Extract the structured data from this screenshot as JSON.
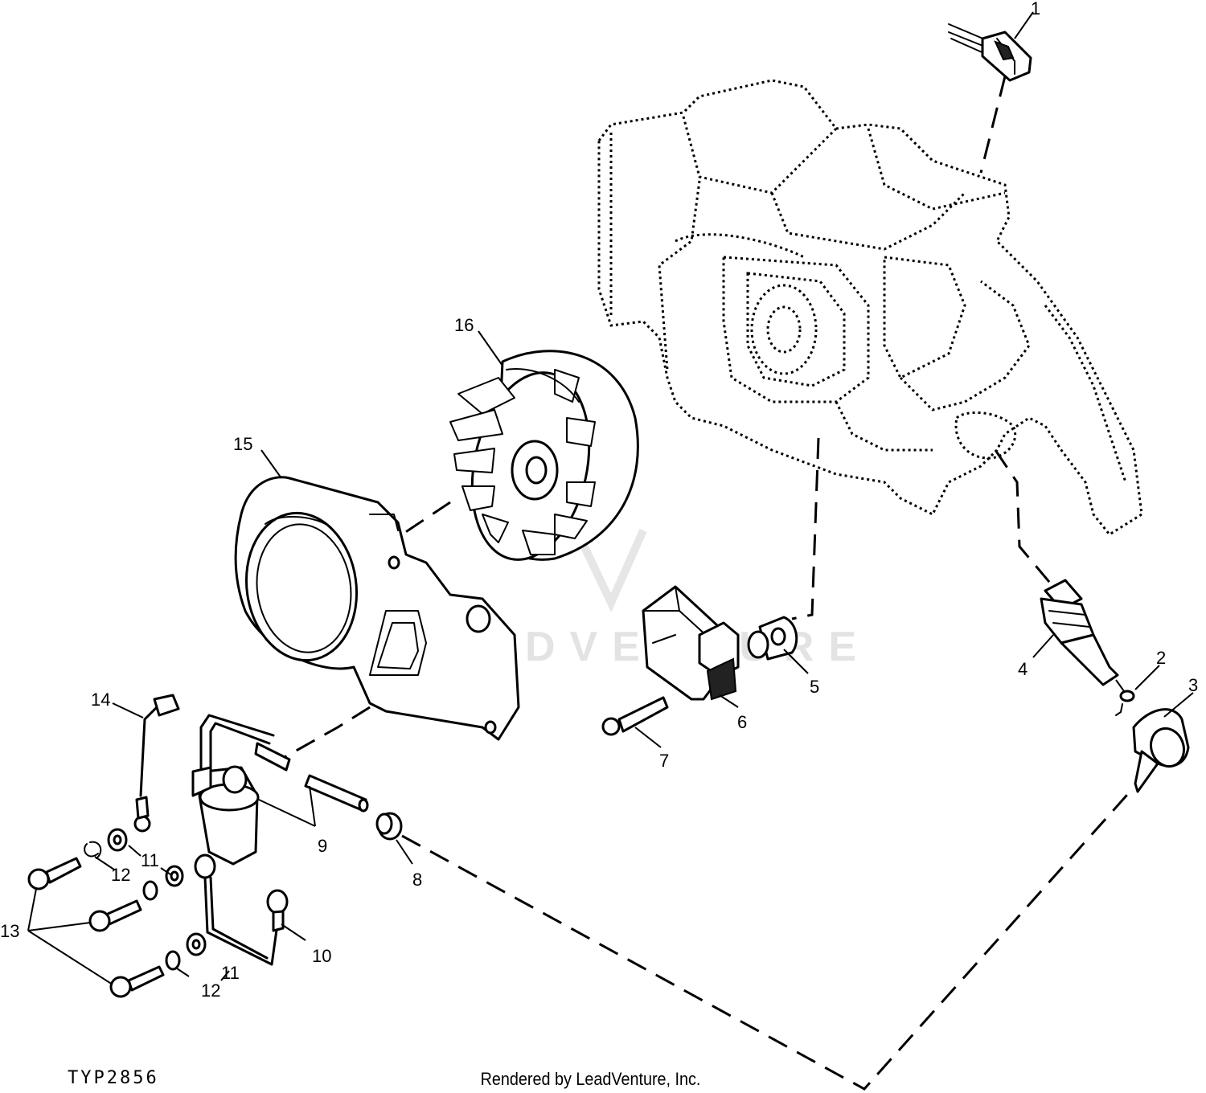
{
  "figure_id": "TYP2856",
  "credit": "Rendered by LeadVenture, Inc.",
  "watermark": "LEADVENTURE",
  "callouts": {
    "c1": "1",
    "c2": "2",
    "c3": "3",
    "c4": "4",
    "c5": "5",
    "c6": "6",
    "c7": "7",
    "c8": "8",
    "c9": "9",
    "c10": "10",
    "c11a": "11",
    "c11b": "11",
    "c12a": "12",
    "c12b": "12",
    "c13": "13",
    "c14": "14",
    "c15": "15",
    "c16": "16"
  }
}
